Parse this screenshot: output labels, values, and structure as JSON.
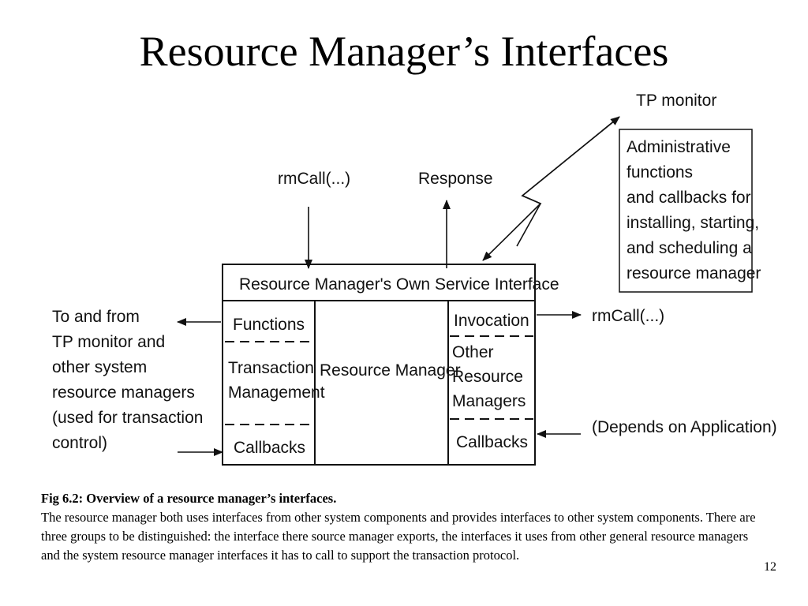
{
  "title": "Resource Manager’s Interfaces",
  "diagram": {
    "tp_monitor_top": "TP monitor",
    "admin_box": [
      "Administrative",
      "functions",
      "and callbacks for",
      "installing, starting,",
      "and scheduling a",
      "resource manager"
    ],
    "rmcall_in": "rmCall(...)",
    "response": "Response",
    "service_interface": "Resource Manager's Own Service Interface",
    "left_col": {
      "functions": "Functions",
      "transaction_management": [
        "Transaction",
        "Management"
      ],
      "callbacks": "Callbacks"
    },
    "center": "Resource Manager",
    "right_col": {
      "invocation": "Invocation",
      "other_rms": [
        "Other",
        "Resource",
        "Managers"
      ],
      "callbacks": "Callbacks"
    },
    "left_label": [
      "To and from",
      "TP monitor and",
      "other system",
      "resource managers",
      "(used for transaction",
      "control)"
    ],
    "rmcall_out": "rmCall(...)",
    "depends": "(Depends on Application)"
  },
  "caption": {
    "fig": "Fig 6.2: Overview of a resource manager’s interfaces.",
    "body": "The resource manager both uses interfaces from other system components and provides interfaces to other system components.  There are three groups to be distinguished: the interface there source manager exports, the interfaces it uses from other general resource managers and the system resource manager interfaces it has to call to support the transaction protocol."
  },
  "page_number": "12"
}
